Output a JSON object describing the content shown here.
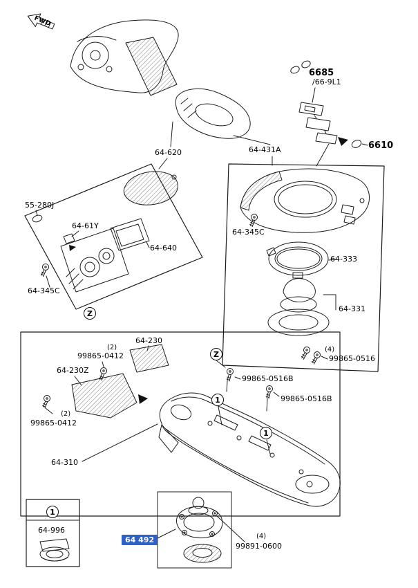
{
  "window": {
    "background": "#ffffff"
  },
  "diagram": {
    "fwd_arrow": "FWD",
    "fasteners_top": {
      "clip_a": "6685",
      "clip_a_range": "/66-9L1",
      "clip_b": "6610"
    },
    "box_64_620": {
      "title": "64-620",
      "grommet": "55-280J",
      "clip": "64-61Y",
      "pocket": "64-640",
      "screw": "64-345C",
      "ref": "Z"
    },
    "box_64_431a": {
      "title": "64-431A",
      "screw": "64-345C",
      "ring": "64-333",
      "boot": "64-331",
      "bolt_qty": "(4)",
      "bolt": "99865-0516"
    },
    "box_64_310": {
      "console": "64-310",
      "bracket_front": "64-230",
      "bracket_front_screw_qty": "(2)",
      "bracket_front_screw": "99865-0412",
      "bracket_side": "64-230Z",
      "bracket_side_screw_qty": "(2)",
      "bracket_side_screw": "99865-0412",
      "ref_z": "Z",
      "bolt_a": "99865-0516B",
      "bolt_b": "99865-0516B",
      "ref_1a": "1",
      "ref_1b": "1"
    },
    "box_64_996": {
      "ref": "1",
      "cap": "64-996"
    },
    "mount_64_492": {
      "part": "64 492",
      "nut_qty": "(4)",
      "nut": "99891-0600",
      "highlight_color": "#2e61c8",
      "highlight_text_color": "#ffffff"
    }
  }
}
